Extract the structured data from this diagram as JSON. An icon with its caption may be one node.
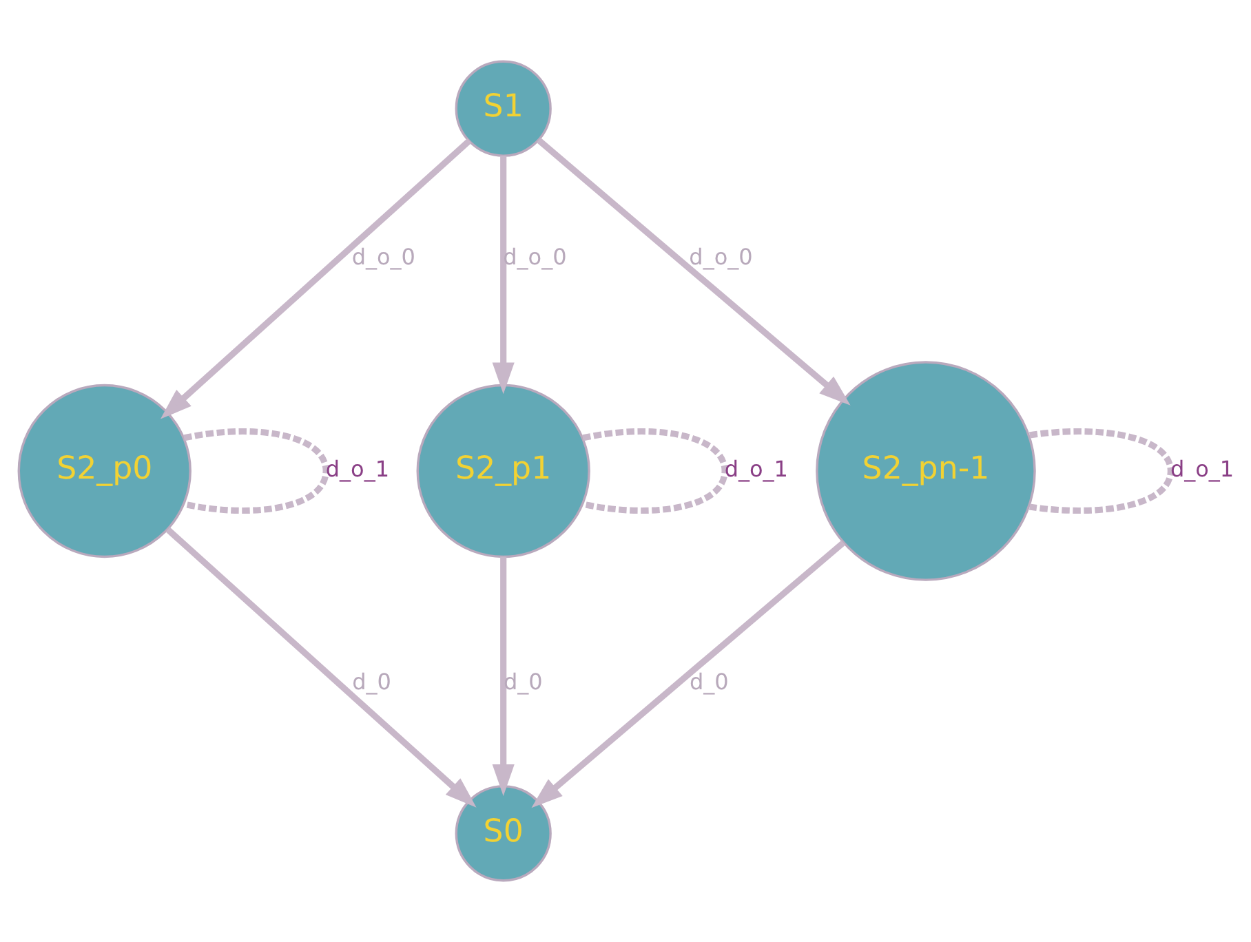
{
  "diagram": {
    "nodes": [
      {
        "text": [
          "S1"
        ]
      },
      {
        "text": [
          "S2_p0"
        ]
      },
      {
        "text": [
          "S2_p1"
        ]
      },
      {
        "text": [
          "S2_pn-1"
        ]
      },
      {
        "text": [
          "S0"
        ]
      }
    ],
    "edges": [
      {
        "from": 0,
        "to": 1,
        "arrow": "to",
        "label": "d_o_0"
      },
      {
        "from": 0,
        "to": 2,
        "arrow": "to",
        "label": "d_o_0"
      },
      {
        "from": 0,
        "to": 3,
        "arrow": "to",
        "label": "d_o_0"
      },
      {
        "from": 1,
        "to": 1,
        "arrow": "none",
        "label": "d_o_1",
        "style": "dashed"
      },
      {
        "from": 2,
        "to": 2,
        "arrow": "none",
        "label": "d_o_1",
        "style": "dashed"
      },
      {
        "from": 3,
        "to": 3,
        "arrow": "none",
        "label": "d_o_1",
        "style": "dashed"
      },
      {
        "from": 1,
        "to": 4,
        "arrow": "to",
        "label": "d_0"
      },
      {
        "from": 2,
        "to": 4,
        "arrow": "to",
        "label": "d_0"
      },
      {
        "from": 3,
        "to": 4,
        "arrow": "to",
        "label": "d_0"
      }
    ]
  }
}
